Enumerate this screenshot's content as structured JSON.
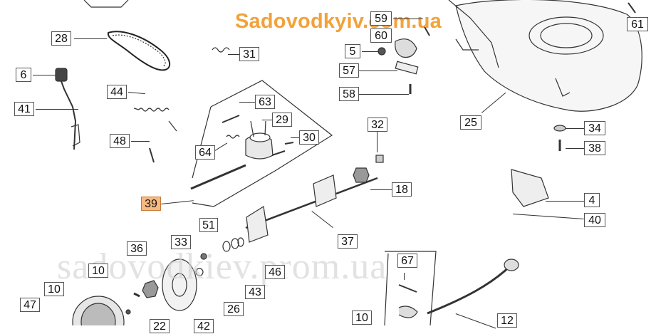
{
  "watermarks": {
    "brand": "Sadovodkyiv.com.ua",
    "background": "sadovodkiev.prom.ua"
  },
  "parts": [
    {
      "id": "p28",
      "label": "28"
    },
    {
      "id": "p31",
      "label": "31"
    },
    {
      "id": "p6",
      "label": "6"
    },
    {
      "id": "p41",
      "label": "41"
    },
    {
      "id": "p44",
      "label": "44"
    },
    {
      "id": "p48",
      "label": "48"
    },
    {
      "id": "p63",
      "label": "63"
    },
    {
      "id": "p29",
      "label": "29"
    },
    {
      "id": "p30",
      "label": "30"
    },
    {
      "id": "p64",
      "label": "64"
    },
    {
      "id": "p39",
      "label": "39",
      "highlight": true
    },
    {
      "id": "p59",
      "label": "59"
    },
    {
      "id": "p60",
      "label": "60"
    },
    {
      "id": "p5",
      "label": "5"
    },
    {
      "id": "p57",
      "label": "57"
    },
    {
      "id": "p58",
      "label": "58"
    },
    {
      "id": "p25",
      "label": "25"
    },
    {
      "id": "p61",
      "label": "61"
    },
    {
      "id": "p34",
      "label": "34"
    },
    {
      "id": "p38",
      "label": "38"
    },
    {
      "id": "p32",
      "label": "32"
    },
    {
      "id": "p18",
      "label": "18"
    },
    {
      "id": "p4",
      "label": "4"
    },
    {
      "id": "p40",
      "label": "40"
    },
    {
      "id": "p51",
      "label": "51"
    },
    {
      "id": "p33",
      "label": "33"
    },
    {
      "id": "p37",
      "label": "37"
    },
    {
      "id": "p36",
      "label": "36"
    },
    {
      "id": "p46",
      "label": "46"
    },
    {
      "id": "p43",
      "label": "43"
    },
    {
      "id": "p26",
      "label": "26"
    },
    {
      "id": "p10a",
      "label": "10"
    },
    {
      "id": "p10b",
      "label": "10"
    },
    {
      "id": "p47",
      "label": "47"
    },
    {
      "id": "p42",
      "label": "42"
    },
    {
      "id": "p22",
      "label": "22"
    },
    {
      "id": "p67",
      "label": "67"
    },
    {
      "id": "p10c",
      "label": "10"
    },
    {
      "id": "p12",
      "label": "12"
    }
  ]
}
